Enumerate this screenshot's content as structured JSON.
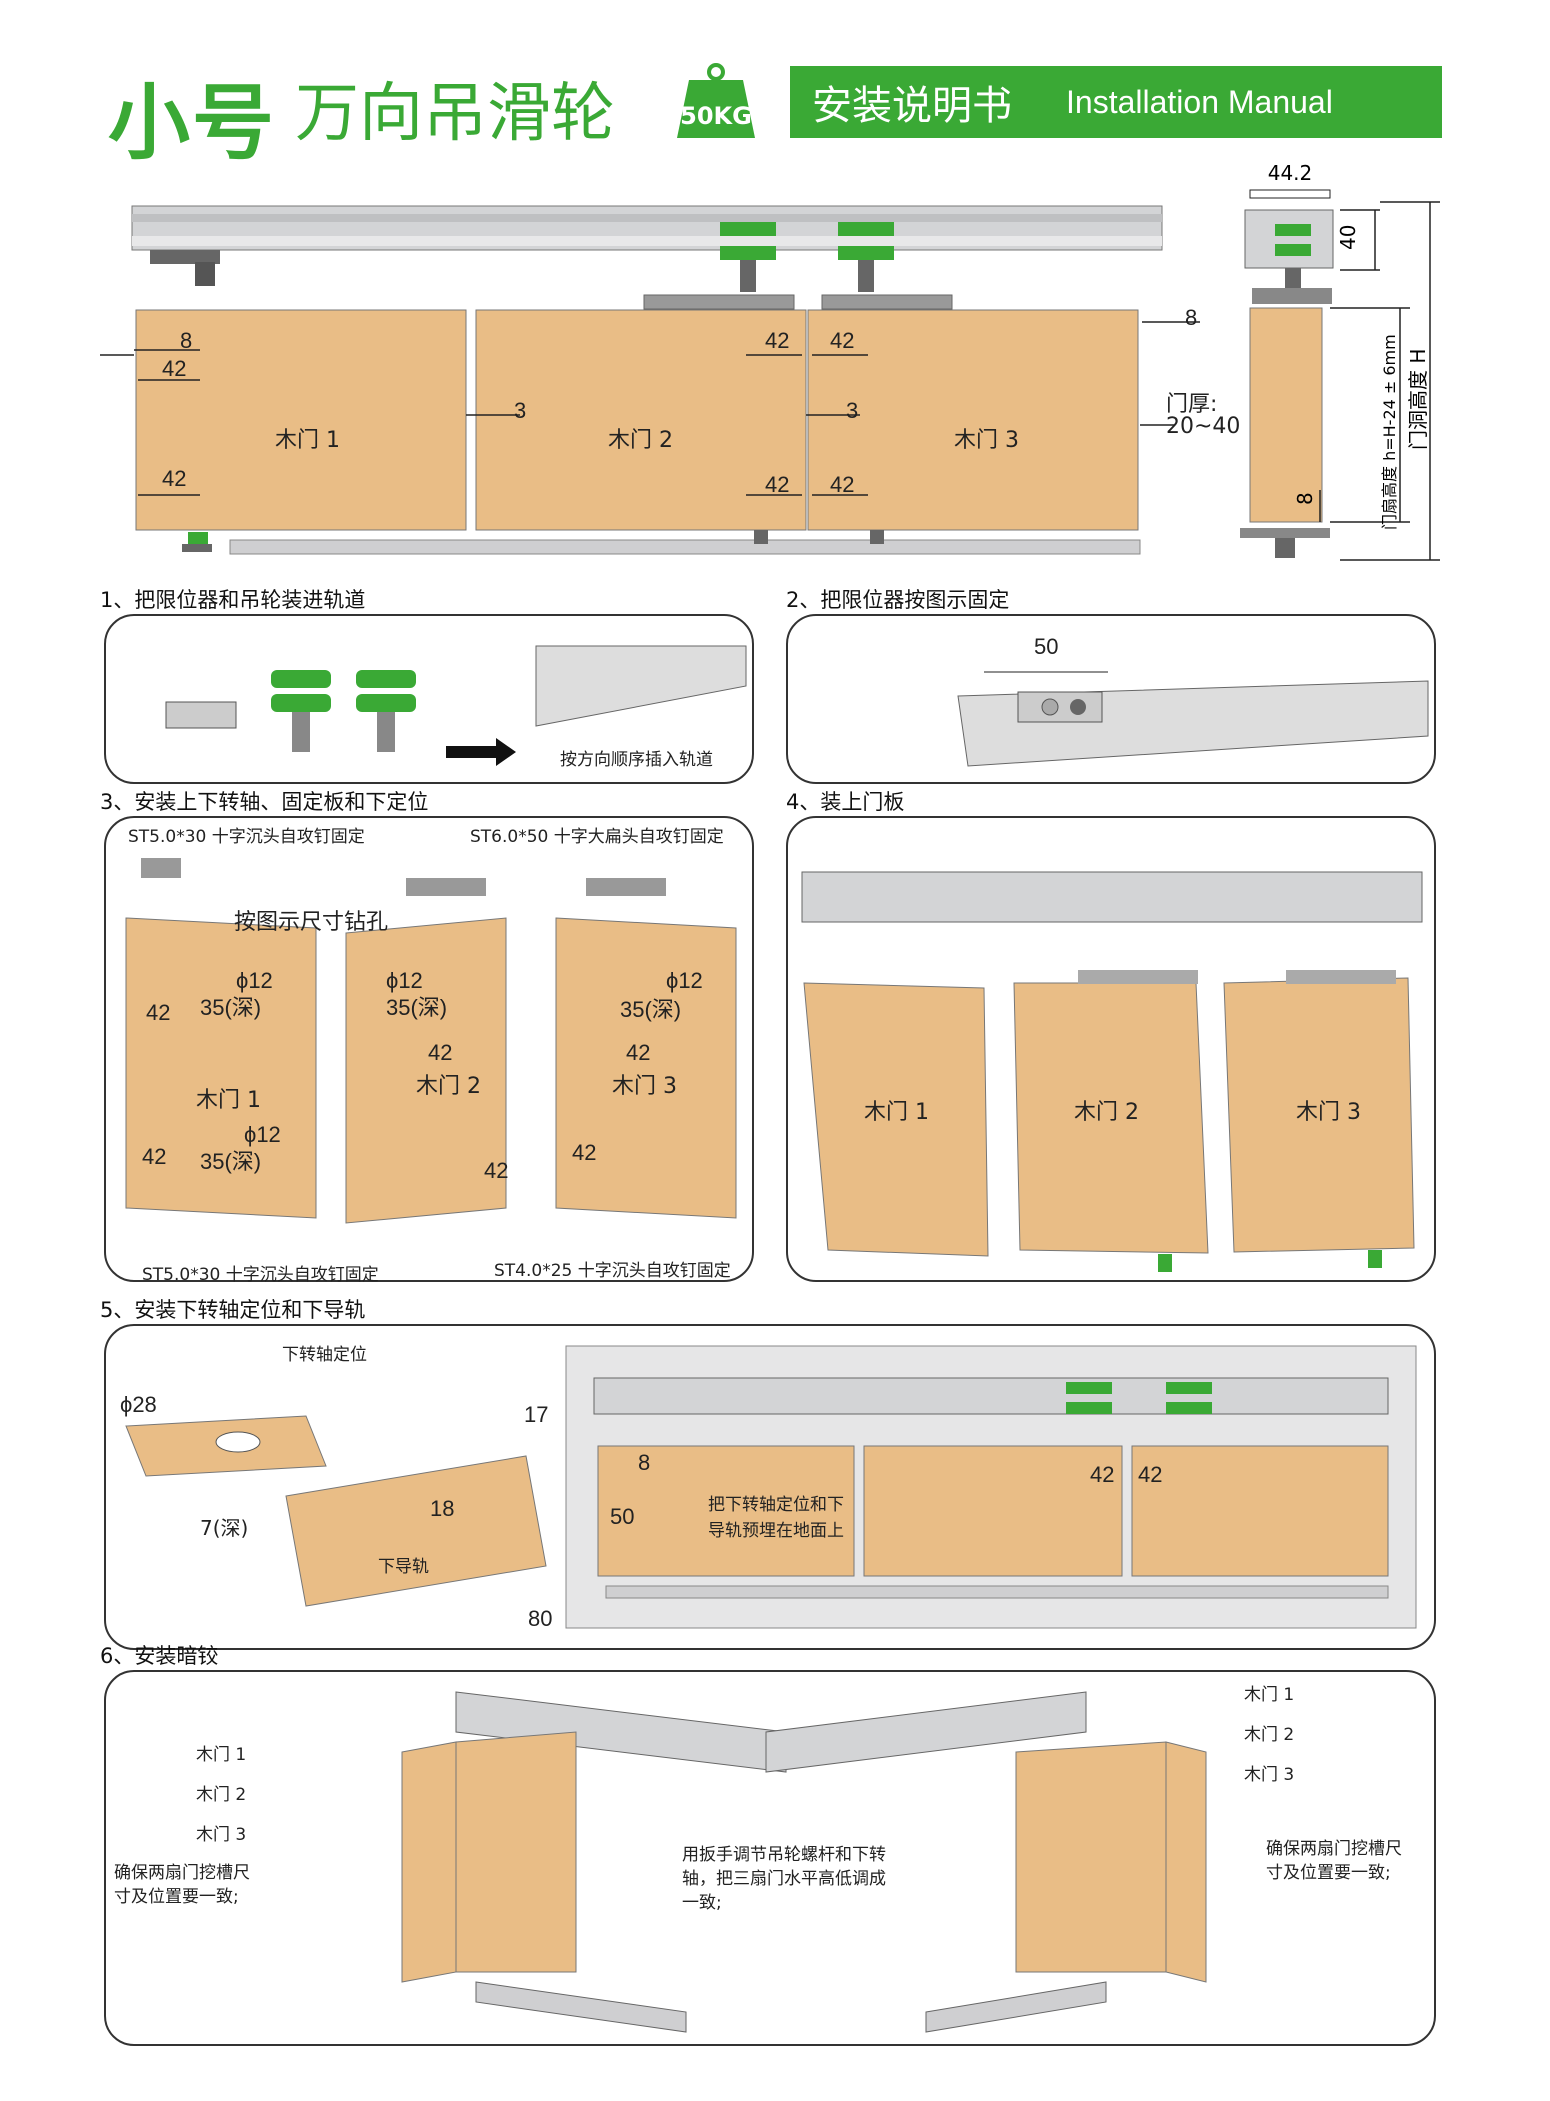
{
  "header": {
    "title": "小号",
    "subtitle": "万向吊滑轮",
    "weight_badge": "50KG",
    "banner_cn": "安装说明书",
    "banner_en": "Installation Manual"
  },
  "colors": {
    "brand_green": "#3aa935",
    "wood": "#e9bd86",
    "rail": "#c8c9cb"
  },
  "overview": {
    "doors": [
      "木门 1",
      "木门 2",
      "木门 3"
    ],
    "dims": {
      "d8": "8",
      "d42": "42",
      "d3": "3",
      "d8r": "8"
    },
    "thickness_label": "门厚:",
    "thickness_value": "20~40",
    "side_width": "44.2",
    "side_rail_height": "40",
    "side_gap": "8",
    "door_height_label": "门扇高度 h=H-24 ± 6mm",
    "opening_height_label": "门洞高度 H"
  },
  "steps": {
    "s1": "1、把限位器和吊轮装进轨道",
    "s1_note": "按方向顺序插入轨道",
    "s2": "2、把限位器按图示固定",
    "s2_dim": "50",
    "s3": "3、安装上下转轴、固定板和下定位",
    "s3_screw_tl": "ST5.0*30 十字沉头自攻钉固定",
    "s3_screw_tr": "ST6.0*50 十字大扁头自攻钉固定",
    "s3_drill": "按图示尺寸钻孔",
    "s3_screw_bl": "ST5.0*30 十字沉头自攻钉固定",
    "s3_screw_br": "ST4.0*25 十字沉头自攻钉固定",
    "s3_phi": "ϕ12",
    "s3_depth": "35(深)",
    "s3_42": "42",
    "s4": "4、装上门板",
    "s5": "5、安装下转轴定位和下导轨",
    "s5_pivot": "下转轴定位",
    "s5_phi28": "ϕ28",
    "s5_depth": "7(深)",
    "s5_17": "17",
    "s5_18": "18",
    "s5_rail": "下导轨",
    "s5_8": "8",
    "s5_50": "50",
    "s5_80": "80",
    "s5_note": "把下转轴定位和下导轨预埋在地面上",
    "s5_note1": "把下转轴定位和下",
    "s5_note2": "导轨预埋在地面上",
    "s6": "6、安装暗铰",
    "s6_note_l1": "确保两扇门挖槽尺",
    "s6_note_l2": "寸及位置要一致;",
    "s6_center1": "用扳手调节吊轮螺杆和下转",
    "s6_center2": "轴，把三扇门水平高低调成",
    "s6_center3": "一致;",
    "s6_note_r1": "确保两扇门挖槽尺",
    "s6_note_r2": "寸及位置要一致;"
  }
}
